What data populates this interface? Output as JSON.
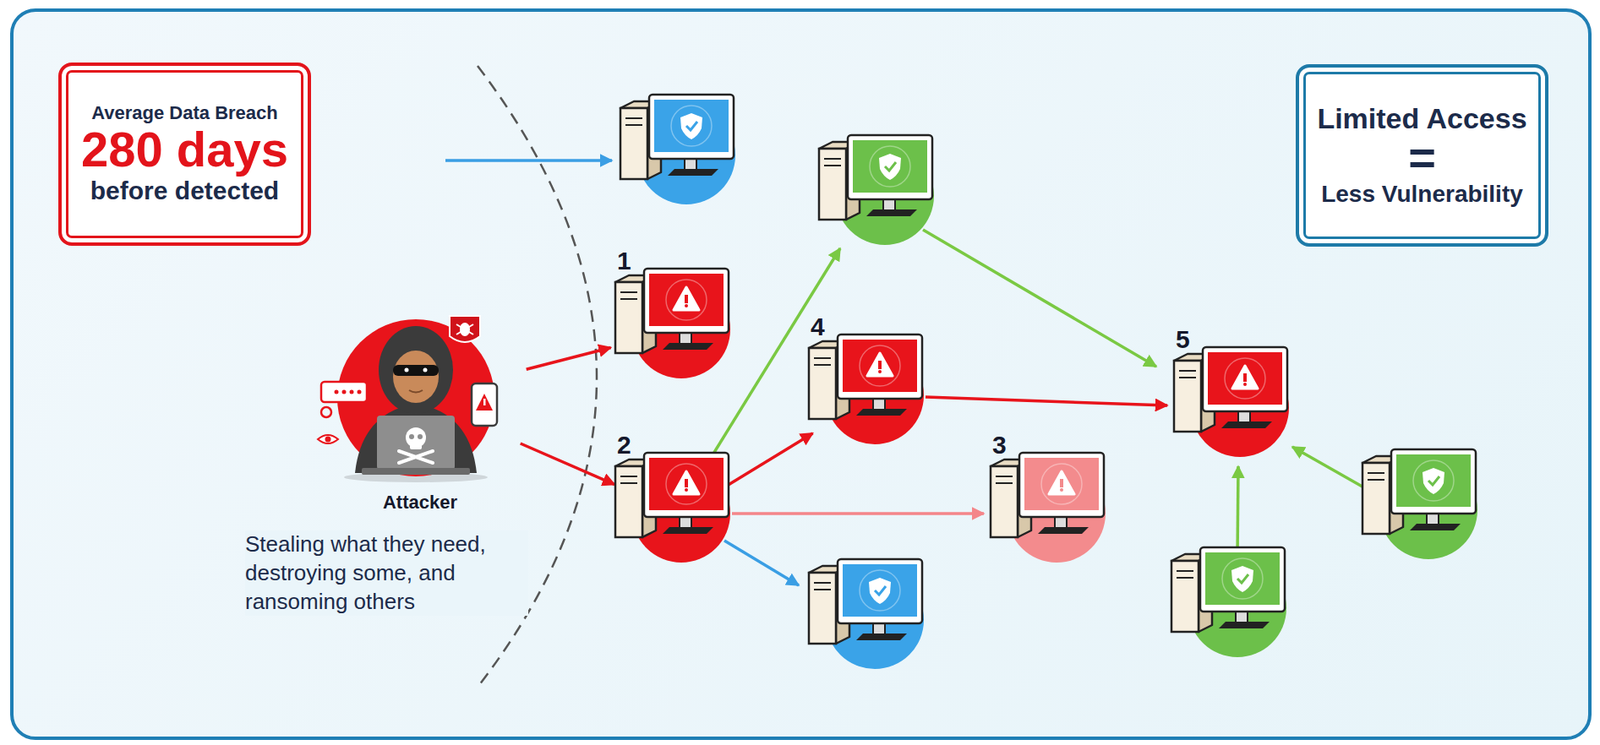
{
  "diagram": {
    "nodes": [
      {
        "text": [
          "Average Data Breach",
          "280 days",
          "before detected"
        ]
      },
      {
        "text": [
          "Limited Access",
          "=",
          "Less Vulnerability"
        ]
      },
      {
        "text": [
          "Attacker"
        ]
      },
      {
        "text": [
          "1"
        ]
      },
      {
        "text": [
          "2"
        ]
      },
      {
        "text": [
          "4"
        ]
      },
      {
        "text": [
          "3"
        ]
      },
      {
        "text": [
          "5"
        ]
      }
    ],
    "edges": [
      {
        "from": 2,
        "to": 3,
        "arrow": "to"
      },
      {
        "from": 2,
        "to": 4,
        "arrow": "to"
      },
      {
        "from": 4,
        "to": 5,
        "arrow": "to"
      },
      {
        "from": 4,
        "to": 6,
        "arrow": "to"
      },
      {
        "from": 5,
        "to": 7,
        "arrow": "to"
      }
    ],
    "labels": [
      "Stealing what they need, destroying some, and ransoming others"
    ]
  }
}
